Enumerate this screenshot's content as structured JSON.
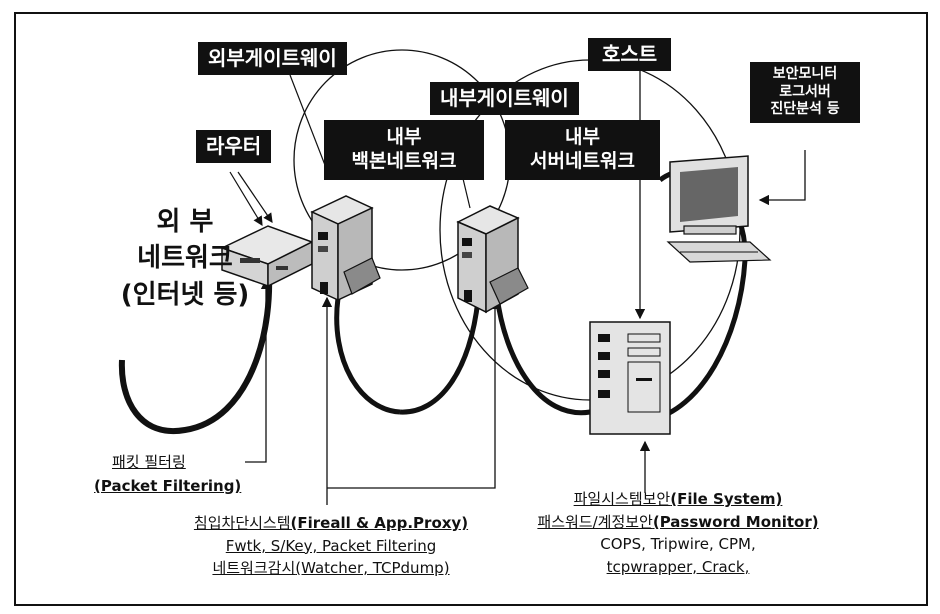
{
  "labels": {
    "external_gateway": "외부게이트웨이",
    "router": "라우터",
    "internal_gateway": "내부게이트웨이",
    "host": "호스트",
    "internal_backbone": [
      "내부",
      "백본네트워크"
    ],
    "internal_server_net": [
      "내부",
      "서버네트워크"
    ],
    "monitor_note": [
      "보안모니터",
      "로그서버",
      "진단분석 등"
    ]
  },
  "external_network": {
    "line1": "외 부",
    "line2": "네트워크",
    "line3": "(인터넷 등)"
  },
  "packet_filtering": {
    "korean": "패킷 필터링",
    "english": "(Packet Filtering)"
  },
  "intrusion_block": {
    "line1_ko": "침입차단시스템",
    "line1_en": "(Fireall & App.Proxy)",
    "line2": "Fwtk, S/Key, Packet Filtering",
    "line3_ko": "네트워크감시",
    "line3_en": "(Watcher, TCPdump)"
  },
  "filesystem_security": {
    "line1_ko": "파일시스템보안",
    "line1_en": "(File System)",
    "line2_ko": "패스워드/계정보안",
    "line2_en": "(Password Monitor)",
    "line3": "COPS, Tripwire, CPM,",
    "line4": "tcpwrapper, Crack,"
  }
}
